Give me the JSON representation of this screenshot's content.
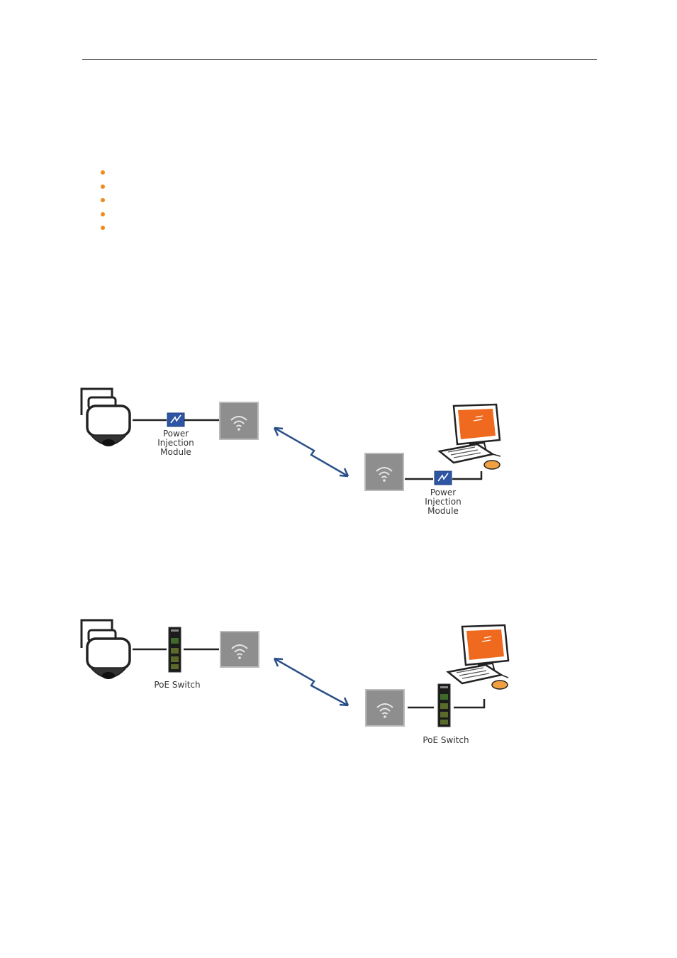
{
  "bullets": [
    "",
    "",
    "",
    "",
    ""
  ],
  "diagram_pim": {
    "left_label": [
      "Power",
      "Injection",
      "Module"
    ],
    "right_label": [
      "Power",
      "Injection",
      "Module"
    ]
  },
  "diagram_poe": {
    "left_label": "PoE Switch",
    "right_label": "PoE Switch"
  },
  "colors": {
    "bullet": "#f08a1c",
    "link_arrow": "#2b4f8a",
    "wifi_box": "#8e8e8e",
    "pim_box": "#2d55a3",
    "monitor_screen": "#ef6a1f",
    "mouse": "#f0a040"
  },
  "icons": [
    "ptz-camera-icon",
    "power-injection-module-icon",
    "wireless-radio-icon",
    "poe-switch-icon",
    "computer-workstation-icon",
    "wireless-link-arrow-icon"
  ]
}
